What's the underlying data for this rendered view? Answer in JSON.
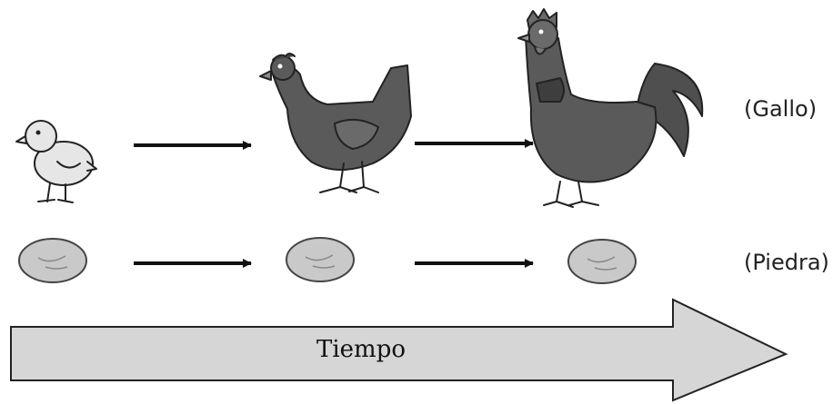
{
  "labels": {
    "rooster_row": "(Gallo)",
    "stone_row": "(Piedra)",
    "timeline": "Tiempo"
  },
  "icons": {
    "stage1": "chick-icon",
    "stage2": "hen-icon",
    "stage3": "rooster-icon",
    "stone": "stone-icon",
    "arrow": "arrow-right-icon"
  },
  "colors": {
    "bird_dark": "#5a5a5a",
    "chick": "#e6e6e6",
    "stone": "#c9c9c9",
    "timeline_fill": "#d6d6d6",
    "arrow": "#111111"
  }
}
